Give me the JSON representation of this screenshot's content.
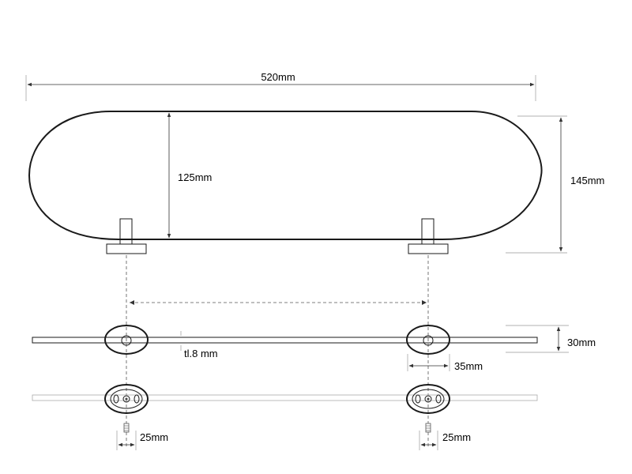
{
  "dimensions": {
    "overall_length": "520mm",
    "shelf_depth": "125mm",
    "total_depth": "145mm",
    "height": "30mm",
    "glass_thickness": "tl.8 mm",
    "bracket_width": "35mm",
    "screw_spacing_left": "25mm",
    "screw_spacing_right": "25mm"
  }
}
